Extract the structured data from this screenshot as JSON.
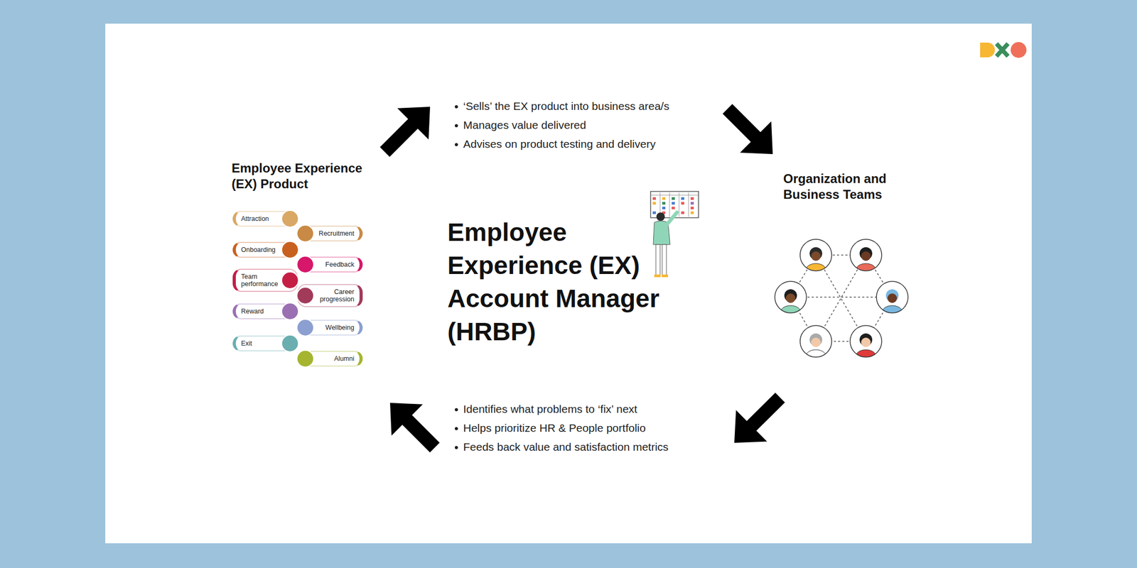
{
  "diagram": {
    "title": "Employee Experience (EX) Account Manager (HRBP)",
    "nodes": [
      {
        "text": [
          "Employee Experience (EX) Product"
        ]
      },
      {
        "text": [
          "Attraction"
        ],
        "in": 0
      },
      {
        "text": [
          "Recruitment"
        ],
        "in": 0
      },
      {
        "text": [
          "Onboarding"
        ],
        "in": 0
      },
      {
        "text": [
          "Feedback"
        ],
        "in": 0
      },
      {
        "text": [
          "Team performance"
        ],
        "in": 0
      },
      {
        "text": [
          "Career progression"
        ],
        "in": 0
      },
      {
        "text": [
          "Reward"
        ],
        "in": 0
      },
      {
        "text": [
          "Wellbeing"
        ],
        "in": 0
      },
      {
        "text": [
          "Exit"
        ],
        "in": 0
      },
      {
        "text": [
          "Alumni"
        ],
        "in": 0
      },
      {
        "text": [
          "Organization and Business Teams"
        ]
      }
    ],
    "edges": [
      {
        "from": 0,
        "to": 11,
        "arrow": "to"
      },
      {
        "from": 11,
        "to": 0,
        "arrow": "to"
      }
    ],
    "labels": [
      "‘Sells’ the EX product into business area/s",
      "Manages value delivered",
      "Advises on product testing and delivery",
      "Identifies what problems to ‘fix’ next",
      "Helps prioritize HR & People portfolio",
      "Feeds back value and satisfaction metrics"
    ]
  }
}
